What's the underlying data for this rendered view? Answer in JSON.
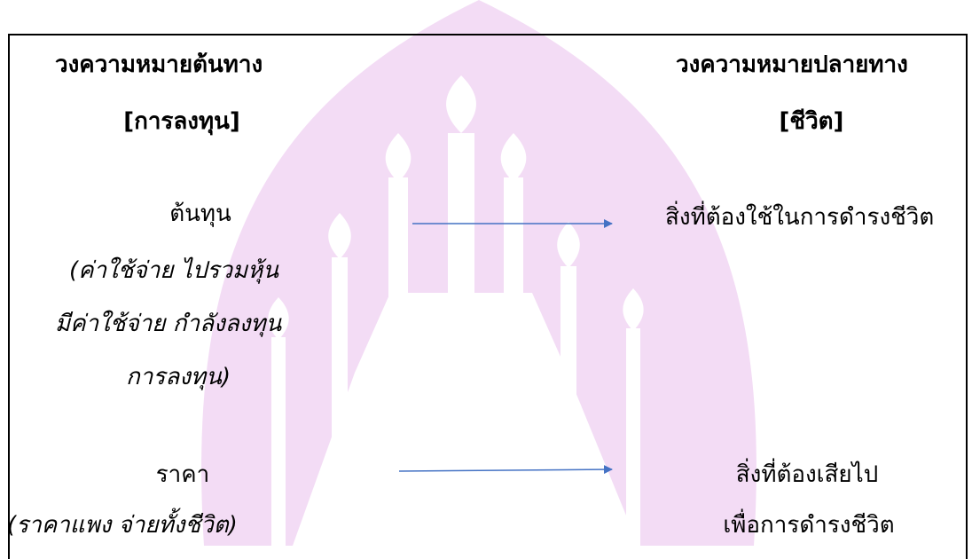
{
  "source_domain": {
    "title": "วงความหมายต้นทาง",
    "label": "[การลงทุน]",
    "items": [
      {
        "term": "ต้นทุน",
        "note_lines": [
          "(ค่าใช้จ่าย ไปรวมหุ้น",
          "มีค่าใช้จ่าย กำลังลงทุน",
          "การลงทุน)"
        ]
      },
      {
        "term": "ราคา",
        "note_lines": [
          "(ราคาแพง จ่ายทั้งชีวิต)"
        ]
      }
    ]
  },
  "target_domain": {
    "title": "วงความหมายปลายทาง",
    "label": "[ชีวิต]",
    "items": [
      {
        "lines": [
          "สิ่งที่ต้องใช้ในการดำรงชีวิต"
        ]
      },
      {
        "lines": [
          "สิ่งที่ต้องเสียไป",
          "เพื่อการดำรงชีวิต"
        ]
      }
    ]
  },
  "colors": {
    "arrow": "#4472c4",
    "watermark": "#f3dcf5",
    "border": "#000000"
  },
  "icons": {
    "watermark": "temple-emblem-watermark",
    "mapping": "arrow-right-icon"
  }
}
